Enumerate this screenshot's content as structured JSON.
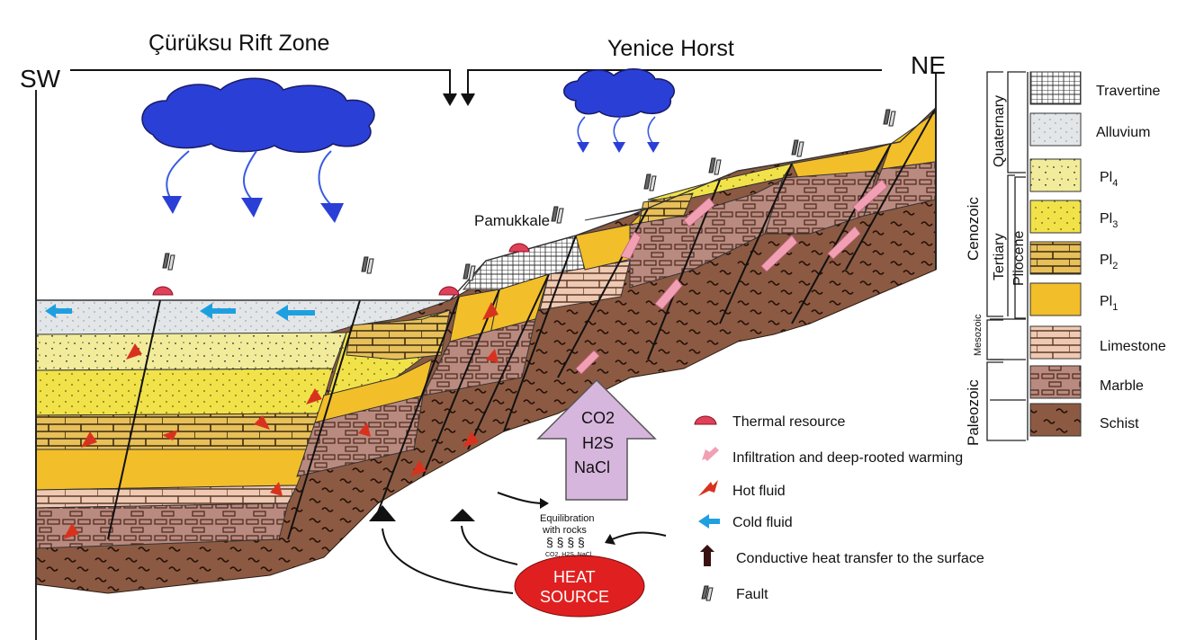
{
  "labels": {
    "zone_left": "Çürüksu Rift Zone",
    "zone_right": "Yenice Horst",
    "sw": "SW",
    "ne": "NE",
    "pamukkale": "Pamukkale",
    "gas_line1": "CO2",
    "gas_line2": "H2S",
    "gas_line3": "NaCl",
    "equil_line1": "Equilibration",
    "equil_line2": "with rocks",
    "equil_small": "CO2, H2S, NaCl",
    "heat_line1": "HEAT",
    "heat_line2": "SOURCE"
  },
  "legend": {
    "thermal_resource": "Thermal resource",
    "infiltration": "Infiltration and deep-rooted warming",
    "hot_fluid": "Hot fluid",
    "cold_fluid": "Cold fluid",
    "conductive": "Conductive heat transfer to the surface",
    "fault": "Fault"
  },
  "stratigraphy": {
    "era_cenozoic": "Cenozoic",
    "era_mesozoic": "Mesozoic",
    "era_paleozoic": "Paleozoic",
    "period_quaternary": "Quaternary",
    "period_tertiary": "Tertiary",
    "epoch_pliocene": "Pliocene",
    "units": [
      {
        "base": "Travertine",
        "sub": ""
      },
      {
        "base": "Alluvium",
        "sub": ""
      },
      {
        "base": "Pl",
        "sub": "4"
      },
      {
        "base": "Pl",
        "sub": "3"
      },
      {
        "base": "Pl",
        "sub": "2"
      },
      {
        "base": "Pl",
        "sub": "1"
      },
      {
        "base": "Limestone",
        "sub": ""
      },
      {
        "base": "Marble",
        "sub": ""
      },
      {
        "base": "Schist",
        "sub": ""
      }
    ]
  },
  "colors": {
    "cloud": "#2a3fd6",
    "rain": "#3a5ce0",
    "alluvium": "#e3e6e8",
    "pl4": "#f2ec9a",
    "pl3": "#f1e24a",
    "pl2": "#e7c05a",
    "pl1": "#f2be2a",
    "limestone": "#f0c9b3",
    "marble": "#b98a80",
    "schist": "#8c5a42",
    "hot_arrow": "#d8321f",
    "cold_arrow": "#1ea0e0",
    "infiltration_arrow": "#f1a0b4",
    "gas_arrow": "#d7b6dd",
    "heat_source": "#e02020",
    "thermal_resource": "#e0405a"
  }
}
